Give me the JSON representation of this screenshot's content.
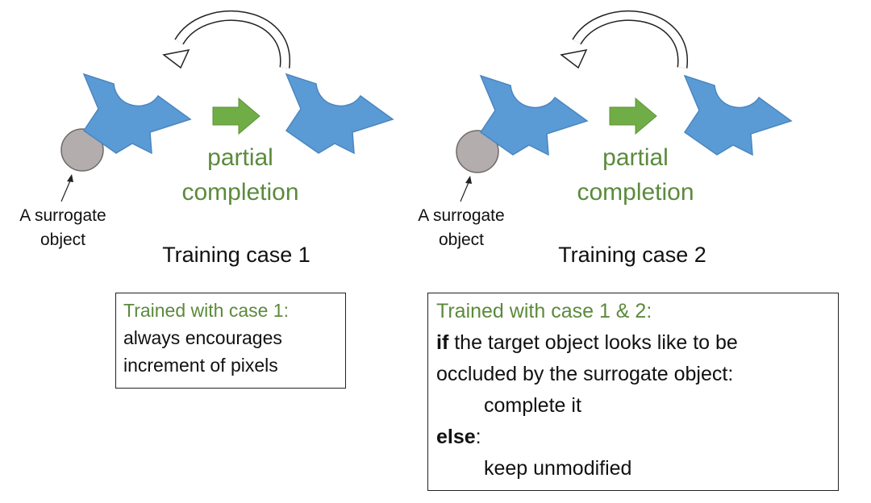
{
  "case1": {
    "surrogate_label_line1": "A surrogate",
    "surrogate_label_line2": "object",
    "arrow_label_line1": "partial",
    "arrow_label_line2": "completion",
    "title": "Training case 1"
  },
  "case2": {
    "surrogate_label_line1": "A surrogate",
    "surrogate_label_line2": "object",
    "arrow_label_line1": "partial",
    "arrow_label_line2": "completion",
    "title": "Training case 2"
  },
  "box1": {
    "heading": "Trained with case 1:",
    "line1": "always encourages",
    "line2": "increment of pixels"
  },
  "box2": {
    "heading": "Trained with case 1 & 2:",
    "if_kw": "if",
    "if_rest": " the target object looks like to be",
    "line2": "occluded by the surrogate object:",
    "line3": "complete it",
    "else_kw": "else",
    "else_colon": ":",
    "line5": "keep unmodified"
  },
  "colors": {
    "shape_fill": "#5b9bd5",
    "shape_stroke": "#4a86c0",
    "circle_fill": "#b3adad",
    "circle_stroke": "#6f6a6a",
    "arrow_green": "#70ad47",
    "text_green": "#5b8a3c"
  }
}
